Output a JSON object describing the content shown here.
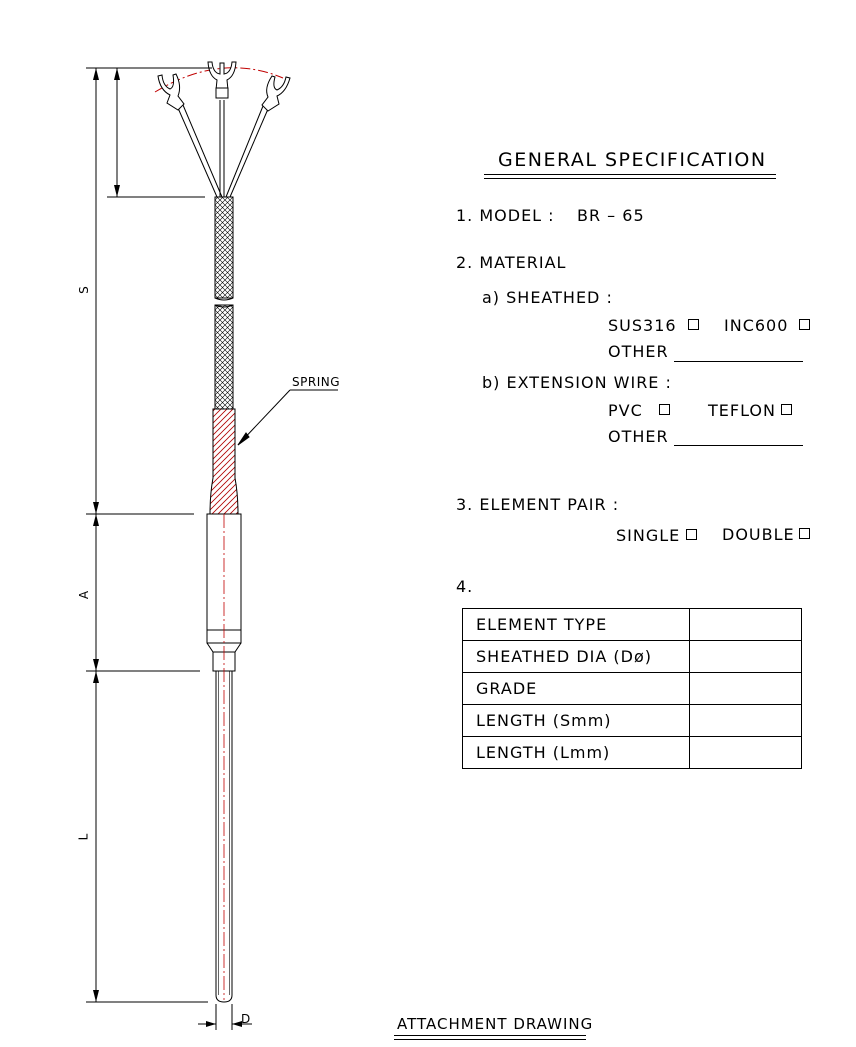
{
  "spec": {
    "title": "GENERAL SPECIFICATION",
    "item1": {
      "label": "1. MODEL :",
      "value": "BR – 65"
    },
    "item2": {
      "label": "2. MATERIAL",
      "a_label": "a) SHEATHED :",
      "a_opt1": "SUS316",
      "a_opt2": "INC600",
      "a_other": "OTHER",
      "b_label": "b) EXTENSION WIRE :",
      "b_opt1": "PVC",
      "b_opt2": "TEFLON",
      "b_other": "OTHER"
    },
    "item3": {
      "label": "3. ELEMENT PAIR :",
      "opt1": "SINGLE",
      "opt2": "DOUBLE"
    },
    "item4": {
      "label": "4."
    }
  },
  "table": {
    "rows": [
      {
        "label": "ELEMENT TYPE",
        "value": ""
      },
      {
        "label": "SHEATHED DIA (Dø)",
        "value": ""
      },
      {
        "label": "GRADE",
        "value": ""
      },
      {
        "label": "LENGTH (Smm)",
        "value": ""
      },
      {
        "label": "LENGTH (Lmm)",
        "value": ""
      }
    ]
  },
  "drawing": {
    "spring_label": "SPRING",
    "dim_s": "S",
    "dim_a": "A",
    "dim_l": "L",
    "dim_d": "D",
    "footer": "ATTACHMENT DRAWING"
  }
}
